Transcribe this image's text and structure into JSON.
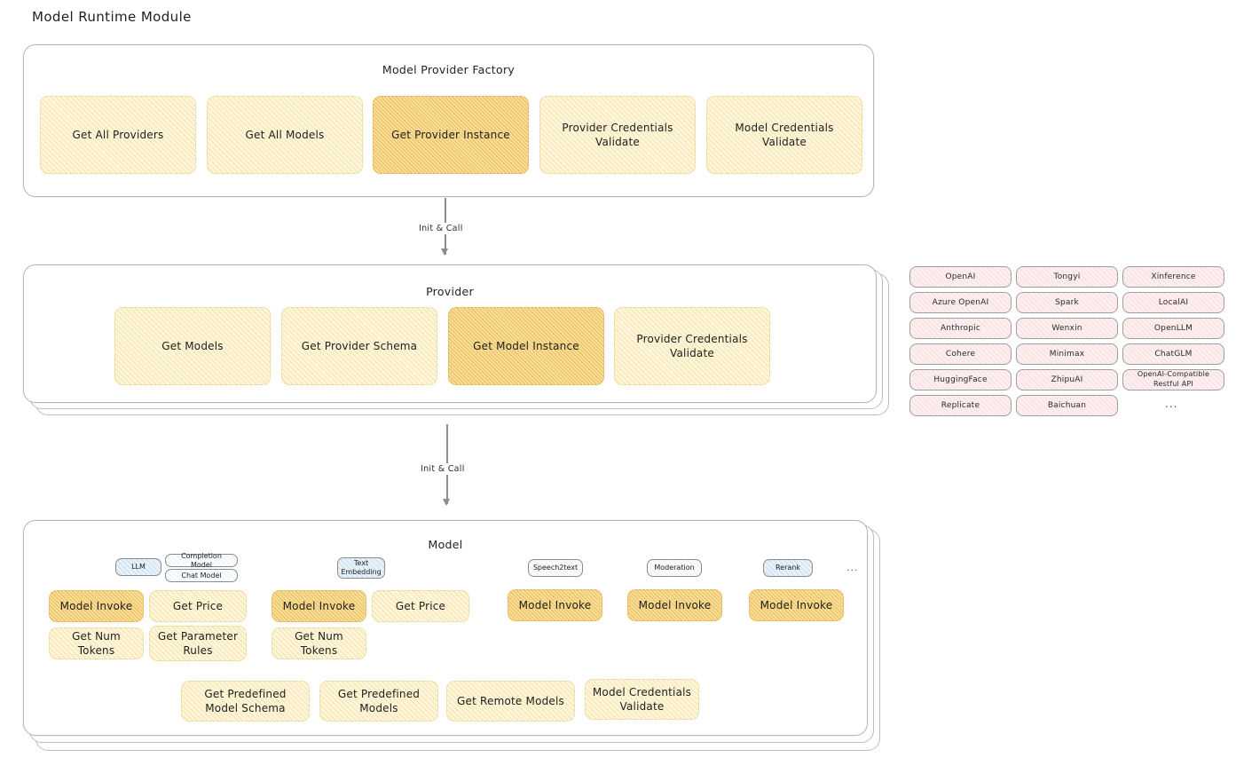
{
  "page": {
    "title": "Model Runtime Module"
  },
  "colors": {
    "accent_amber": "#f8dfa0",
    "light_cream": "#fdf6dd",
    "provider_pink": "#fdeff0",
    "badge_blue": "#e8f2fb",
    "border_gray": "#b9b9b9"
  },
  "factory": {
    "title": "Model Provider Factory",
    "cards": [
      {
        "label": "Get All Providers",
        "highlighted": false
      },
      {
        "label": "Get All Models",
        "highlighted": false
      },
      {
        "label": "Get Provider Instance",
        "highlighted": true
      },
      {
        "label": "Provider Credentials Validate",
        "highlighted": false
      },
      {
        "label": "Model Credentials Validate",
        "highlighted": false
      }
    ]
  },
  "arrows": [
    {
      "label": "Init & Call"
    },
    {
      "label": "Init & Call"
    }
  ],
  "provider": {
    "title": "Provider",
    "cards": [
      {
        "label": "Get Models",
        "highlighted": false
      },
      {
        "label": "Get Provider Schema",
        "highlighted": false
      },
      {
        "label": "Get Model Instance",
        "highlighted": true
      },
      {
        "label": "Provider Credentials Validate",
        "highlighted": false
      }
    ]
  },
  "provider_list": {
    "columns": [
      {
        "items": [
          "OpenAI",
          "Azure OpenAI",
          "Anthropic",
          "Cohere",
          "HuggingFace",
          "Replicate"
        ]
      },
      {
        "items": [
          "Tongyi",
          "Spark",
          "Wenxin",
          "Minimax",
          "ZhipuAI",
          "Baichuan"
        ]
      },
      {
        "items": [
          "Xinference",
          "LocalAI",
          "OpenLLM",
          "ChatGLM",
          "OpenAI-Compatible Restful API"
        ]
      }
    ],
    "ellipsis": "..."
  },
  "model": {
    "title": "Model",
    "ellipsis": "...",
    "types": [
      {
        "badge": "LLM",
        "badge_style": "blue",
        "sub_badges": [
          "Completion Model",
          "Chat Model"
        ],
        "cards": [
          {
            "label": "Model Invoke",
            "highlighted": true
          },
          {
            "label": "Get Price",
            "highlighted": false
          },
          {
            "label": "Get Num Tokens",
            "highlighted": false
          },
          {
            "label": "Get Parameter Rules",
            "highlighted": false
          }
        ]
      },
      {
        "badge": "Text Embedding",
        "badge_style": "blue",
        "sub_badges": [],
        "cards": [
          {
            "label": "Model Invoke",
            "highlighted": true
          },
          {
            "label": "Get Price",
            "highlighted": false
          },
          {
            "label": "Get Num Tokens",
            "highlighted": false
          }
        ]
      },
      {
        "badge": "Speech2text",
        "badge_style": "plain",
        "sub_badges": [],
        "cards": [
          {
            "label": "Model Invoke",
            "highlighted": true
          }
        ]
      },
      {
        "badge": "Moderation",
        "badge_style": "plain",
        "sub_badges": [],
        "cards": [
          {
            "label": "Model Invoke",
            "highlighted": true
          }
        ]
      },
      {
        "badge": "Rerank",
        "badge_style": "blue",
        "sub_badges": [],
        "cards": [
          {
            "label": "Model Invoke",
            "highlighted": true
          }
        ]
      }
    ],
    "common_cards": [
      "Get Predefined Model Schema",
      "Get Predefined Models",
      "Get Remote Models",
      "Model Credentials Validate"
    ]
  }
}
